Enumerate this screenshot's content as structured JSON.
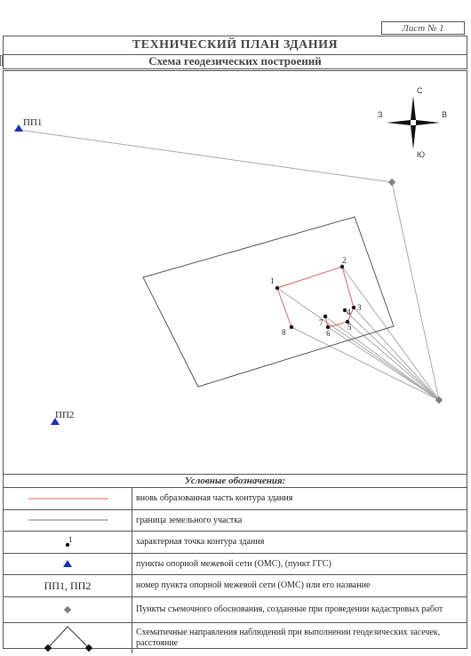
{
  "sheet_label": "Лист № 1",
  "title": "ТЕХНИЧЕСКИЙ ПЛАН ЗДАНИЯ",
  "subtitle": "Схема геодезических построений",
  "compass": {
    "north": "С",
    "south": "Ю",
    "west": "З",
    "east": "В"
  },
  "points": {
    "pp1": "ПП1",
    "pp2": "ПП2",
    "n1": "1",
    "n2": "2",
    "n3": "3",
    "n4": "4",
    "n5": "5",
    "n6": "6",
    "n7": "7",
    "n8": "8"
  },
  "colors": {
    "building_contour": "#e06060",
    "land_boundary": "#555555",
    "oms_point": "#1a2fb5",
    "survey_point": "#808080",
    "observation_line": "#a8a8a8"
  },
  "legend": {
    "title": "Условные обозначения:",
    "rows": [
      {
        "symbol": "red-line",
        "text": "вновь образованная часть контура здания"
      },
      {
        "symbol": "gray-line",
        "text": "граница земельного участка"
      },
      {
        "symbol": "dot-1",
        "label": "1",
        "text": "характерная точка контура здания"
      },
      {
        "symbol": "blue-triangle",
        "text": "пункты опорной межевой сети (ОМС), (пункт ГГС)"
      },
      {
        "symbol": "text",
        "label": "ПП1, ПП2",
        "text": "номер пункта опорной межевой сети (ОМС) или его название"
      },
      {
        "symbol": "gray-diamond",
        "text": "Пункты съемочного обоснования, созданные при проведении кадастровых работ"
      },
      {
        "symbol": "directions",
        "text": "Схематичные направления наблюдений при выполнении геодезических засечек, расстояние"
      }
    ]
  }
}
